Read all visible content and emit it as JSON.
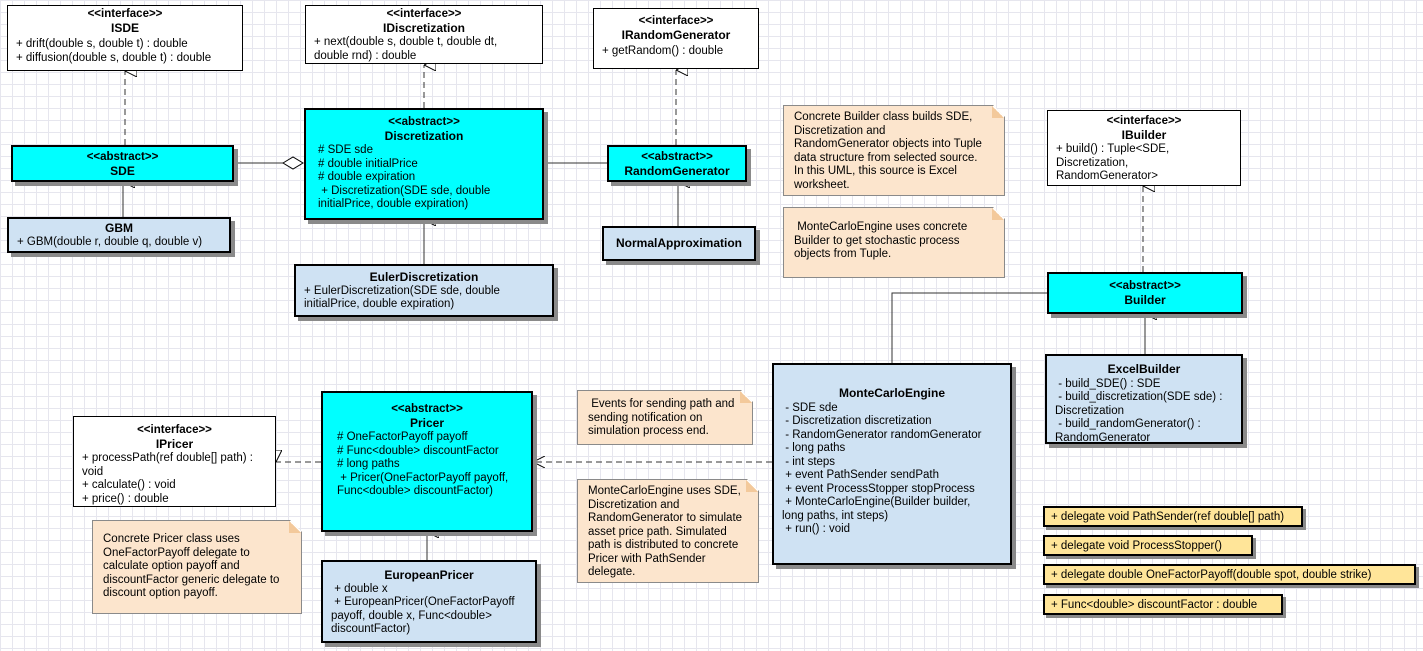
{
  "classes": {
    "isde": {
      "stereotype": "<<interface>>",
      "name": "ISDE",
      "members": [
        "+ drift(double s, double t) : double",
        "+ diffusion(double s, double t) : double"
      ]
    },
    "idiscretization": {
      "stereotype": "<<interface>>",
      "name": "IDiscretization",
      "members": [
        "+ next(double s, double t, double dt,",
        "double rnd) : double"
      ]
    },
    "irandomgenerator": {
      "stereotype": "<<interface>>",
      "name": "IRandomGenerator",
      "members": [
        "+ getRandom() : double"
      ]
    },
    "sde": {
      "stereotype": "<<abstract>>",
      "name": "SDE"
    },
    "discretization": {
      "stereotype": "<<abstract>>",
      "name": "Discretization",
      "members": [
        "# SDE sde",
        "# double initialPrice",
        "# double expiration",
        " + Discretization(SDE sde, double",
        "initialPrice, double expiration)"
      ]
    },
    "randomgenerator": {
      "stereotype": "<<abstract>>",
      "name": "RandomGenerator"
    },
    "gbm": {
      "name": "GBM",
      "members": [
        "+ GBM(double r, double q, double v)"
      ]
    },
    "normalapproximation": {
      "name": "NormalApproximation"
    },
    "eulerdiscretization": {
      "name": "EulerDiscretization",
      "members": [
        "+ EulerDiscretization(SDE sde, double",
        "initialPrice, double expiration)"
      ]
    },
    "ibuilder": {
      "stereotype": "<<interface>>",
      "name": "IBuilder",
      "members": [
        "+ build() : Tuple<SDE,",
        "Discretization,",
        "RandomGenerator>"
      ]
    },
    "builder": {
      "stereotype": "<<abstract>>",
      "name": "Builder"
    },
    "excelbuilder": {
      "name": "ExcelBuilder",
      "members": [
        " - build_SDE() : SDE",
        " - build_discretization(SDE sde) :",
        "Discretization",
        " - build_randomGenerator() :",
        "RandomGenerator"
      ]
    },
    "montecarloengine": {
      "name": "MonteCarloEngine",
      "members": [
        " - SDE sde",
        " - Discretization discretization",
        " - RandomGenerator randomGenerator",
        " - long paths",
        " - int steps",
        " + event PathSender sendPath",
        " + event ProcessStopper stopProcess",
        " + MonteCarloEngine(Builder builder,",
        "long paths, int steps)",
        " + run() : void"
      ]
    },
    "ipricer": {
      "stereotype": "<<interface>>",
      "name": "IPricer",
      "members": [
        "+ processPath(ref double[] path) :",
        "void",
        "+ calculate() : void",
        "+ price() : double"
      ]
    },
    "pricer": {
      "stereotype": "<<abstract>>",
      "name": "Pricer",
      "members": [
        "# OneFactorPayoff payoff",
        "# Func<double> discountFactor",
        "# long paths",
        " + Pricer(OneFactorPayoff payoff,",
        "Func<double> discountFactor)"
      ]
    },
    "europeanpricer": {
      "name": "EuropeanPricer",
      "members": [
        " + double x",
        " + EuropeanPricer(OneFactorPayoff",
        "payoff, double x, Func<double>",
        "discountFactor)"
      ]
    }
  },
  "notes": {
    "builder_note": [
      "Concrete Builder class builds SDE,",
      "Discretization and",
      "RandomGenerator objects into Tuple",
      "data structure from selected source.",
      "In this UML, this source is Excel",
      "worksheet."
    ],
    "engine_note": [
      " MonteCarloEngine uses concrete",
      "Builder to get stochastic process",
      "objects from Tuple."
    ],
    "events_note": [
      " Events for sending path and",
      "sending notification on",
      "simulation process end."
    ],
    "simulation_note": [
      "MonteCarloEngine uses SDE,",
      "Discretization and",
      "RandomGenerator to simulate",
      "asset price path. Simulated",
      "path is distributed to concrete",
      "Pricer with PathSender",
      "delegate."
    ],
    "pricer_note": [
      "Concrete Pricer class uses",
      "OneFactorPayoff delegate to",
      "calculate option payoff and",
      "discountFactor generic delegate to",
      "discount option payoff."
    ]
  },
  "delegates": [
    "+ delegate void PathSender(ref double[] path)",
    "+ delegate void ProcessStopper()",
    "+ delegate double OneFactorPayoff(double spot, double strike)",
    "+ Func<double> discountFactor : double"
  ]
}
